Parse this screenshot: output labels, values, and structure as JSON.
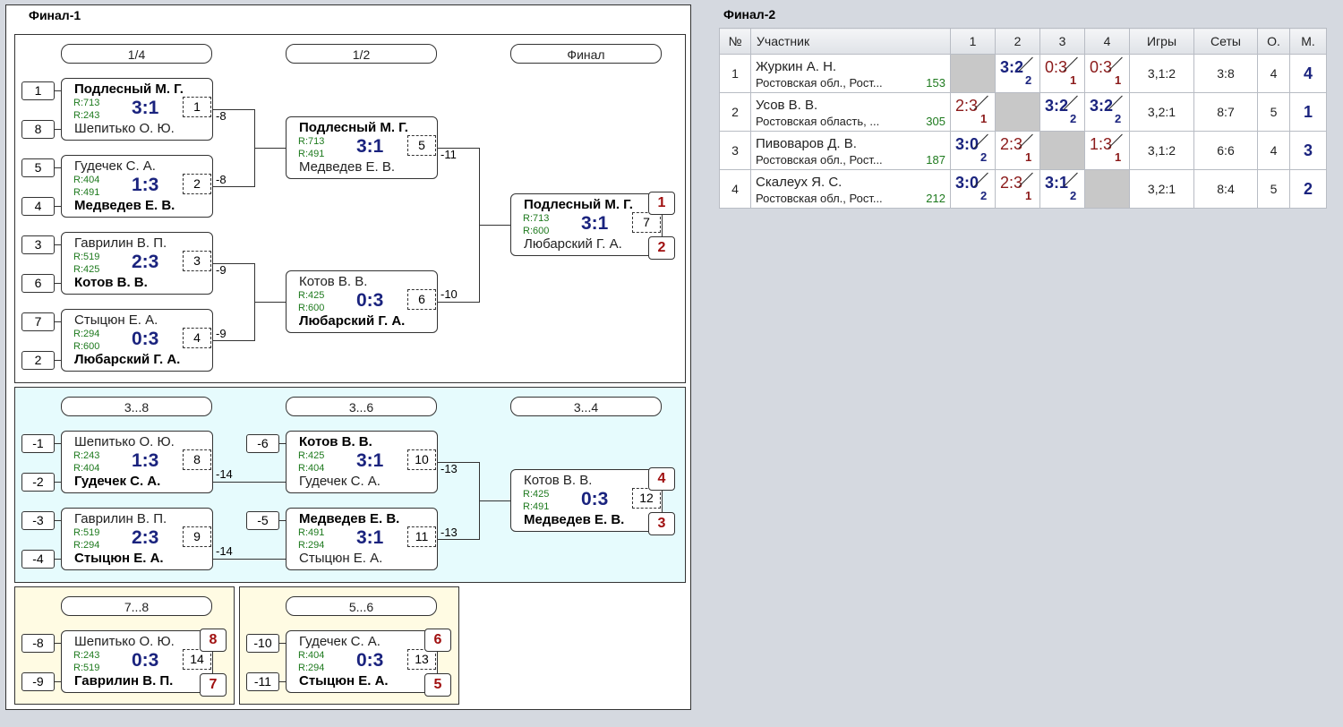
{
  "final1": {
    "title": "Финал-1",
    "headers": {
      "qf": "1/4",
      "sf": "1/2",
      "fin": "Финал",
      "s38": "3...8",
      "s36": "3...6",
      "s34": "3...4",
      "s78": "7...8",
      "s56": "5...6"
    },
    "seeds": {
      "s1": "1",
      "s8": "8",
      "s5": "5",
      "s4": "4",
      "s3": "3",
      "s6": "6",
      "s7": "7",
      "s2": "2",
      "m1": "-1",
      "m2": "-2",
      "m3": "-3",
      "m4": "-4",
      "m6": "-6",
      "m5": "-5",
      "m8": "-8",
      "m9": "-9",
      "m10": "-10",
      "m11": "-11"
    },
    "matches": {
      "m1": {
        "p1": "Подлесный М. Г.",
        "r1": "R:713",
        "r2": "R:243",
        "score": "3:1",
        "num": "1",
        "p2": "Шепитько О. Ю."
      },
      "m2": {
        "p1": "Гудечек С. А.",
        "r1": "R:404",
        "r2": "R:491",
        "score": "1:3",
        "num": "2",
        "p2": "Медведев Е. В."
      },
      "m3": {
        "p1": "Гаврилин В. П.",
        "r1": "R:519",
        "r2": "R:425",
        "score": "2:3",
        "num": "3",
        "p2": "Котов В. В."
      },
      "m4": {
        "p1": "Стыцюн Е. А.",
        "r1": "R:294",
        "r2": "R:600",
        "score": "0:3",
        "num": "4",
        "p2": "Любарский Г. А."
      },
      "m5": {
        "p1": "Подлесный М. Г.",
        "r1": "R:713",
        "r2": "R:491",
        "score": "3:1",
        "num": "5",
        "p2": "Медведев Е. В."
      },
      "m6": {
        "p1": "Котов В. В.",
        "r1": "R:425",
        "r2": "R:600",
        "score": "0:3",
        "num": "6",
        "p2": "Любарский Г. А."
      },
      "m7": {
        "p1": "Подлесный М. Г.",
        "r1": "R:713",
        "r2": "R:600",
        "score": "3:1",
        "num": "7",
        "p2": "Любарский Г. А."
      },
      "m8": {
        "p1": "Шепитько О. Ю.",
        "r1": "R:243",
        "r2": "R:404",
        "score": "1:3",
        "num": "8",
        "p2": "Гудечек С. А."
      },
      "m9": {
        "p1": "Гаврилин В. П.",
        "r1": "R:519",
        "r2": "R:294",
        "score": "2:3",
        "num": "9",
        "p2": "Стыцюн Е. А."
      },
      "m10": {
        "p1": "Котов В. В.",
        "r1": "R:425",
        "r2": "R:404",
        "score": "3:1",
        "num": "10",
        "p2": "Гудечек С. А."
      },
      "m11": {
        "p1": "Медведев Е. В.",
        "r1": "R:491",
        "r2": "R:294",
        "score": "3:1",
        "num": "11",
        "p2": "Стыцюн Е. А."
      },
      "m12": {
        "p1": "Котов В. В.",
        "r1": "R:425",
        "r2": "R:491",
        "score": "0:3",
        "num": "12",
        "p2": "Медведев Е. В."
      },
      "m13": {
        "p1": "Гудечек С. А.",
        "r1": "R:404",
        "r2": "R:294",
        "score": "0:3",
        "num": "13",
        "p2": "Стыцюн Е. А."
      },
      "m14": {
        "p1": "Шепитько О. Ю.",
        "r1": "R:243",
        "r2": "R:519",
        "score": "0:3",
        "num": "14",
        "p2": "Гаврилин В. П."
      }
    },
    "losers": {
      "l8a": "-8",
      "l8b": "-8",
      "l9a": "-9",
      "l9b": "-9",
      "l11": "-11",
      "l10": "-10",
      "l14a": "-14",
      "l14b": "-14",
      "l13a": "-13",
      "l13b": "-13"
    },
    "places": {
      "pl1": "1",
      "pl2": "2",
      "pl4": "4",
      "pl3": "3",
      "pl8": "8",
      "pl7": "7",
      "pl6": "6",
      "pl5": "5"
    }
  },
  "final2": {
    "title": "Финал-2",
    "columns": [
      "№",
      "Участник",
      "1",
      "2",
      "3",
      "4",
      "Игры",
      "Сеты",
      "О.",
      "М."
    ],
    "rows": [
      {
        "n": "1",
        "name": "Журкин А. Н.",
        "club": "Ростовская обл., Рост...",
        "rating": "153",
        "r": [
          null,
          {
            "s": "3:2",
            "p": "2",
            "w": true
          },
          {
            "s": "0:3",
            "p": "1",
            "w": false
          },
          {
            "s": "0:3",
            "p": "1",
            "w": false
          }
        ],
        "games": "3,1:2",
        "sets": "3:8",
        "pts": "4",
        "place": "4"
      },
      {
        "n": "2",
        "name": "Усов В. В.",
        "club": "Ростовская область, ...",
        "rating": "305",
        "r": [
          {
            "s": "2:3",
            "p": "1",
            "w": false
          },
          null,
          {
            "s": "3:2",
            "p": "2",
            "w": true
          },
          {
            "s": "3:2",
            "p": "2",
            "w": true
          }
        ],
        "games": "3,2:1",
        "sets": "8:7",
        "pts": "5",
        "place": "1"
      },
      {
        "n": "3",
        "name": "Пивоваров Д. В.",
        "club": "Ростовская обл., Рост...",
        "rating": "187",
        "r": [
          {
            "s": "3:0",
            "p": "2",
            "w": true
          },
          {
            "s": "2:3",
            "p": "1",
            "w": false
          },
          null,
          {
            "s": "1:3",
            "p": "1",
            "w": false
          }
        ],
        "games": "3,1:2",
        "sets": "6:6",
        "pts": "4",
        "place": "3"
      },
      {
        "n": "4",
        "name": "Скалеух Я. С.",
        "club": "Ростовская обл., Рост...",
        "rating": "212",
        "r": [
          {
            "s": "3:0",
            "p": "2",
            "w": true
          },
          {
            "s": "2:3",
            "p": "1",
            "w": false
          },
          {
            "s": "3:1",
            "p": "2",
            "w": true
          },
          null
        ],
        "games": "3,2:1",
        "sets": "8:4",
        "pts": "5",
        "place": "2"
      }
    ]
  }
}
